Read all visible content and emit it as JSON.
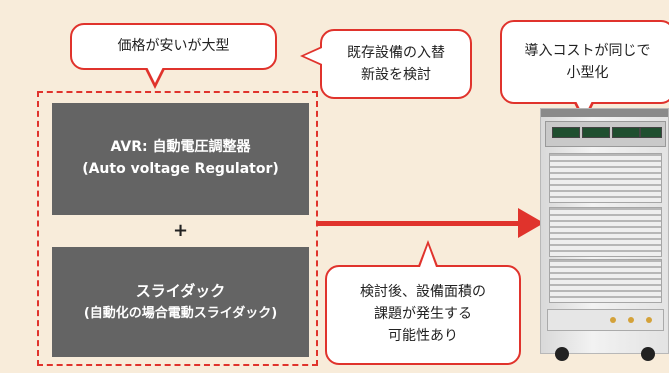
{
  "callouts": {
    "cheap_large": "価格が安いが大型",
    "replace_line1": "既存設備の入替",
    "replace_line2": "新設を検討",
    "intro_line1": "導入コストが同じで",
    "intro_line2": "小型化",
    "issue_line1": "検討後、設備面積の",
    "issue_line2": "課題が発生する",
    "issue_line3": "可能性あり"
  },
  "boxes": {
    "avr_line1": "AVR: 自動電圧調整器",
    "avr_line2": "(Auto voltage Regulator)",
    "plus": "+",
    "slide_line1": "スライダック",
    "slide_line2": "(自動化の場合電動スライダック)"
  },
  "colors": {
    "background": "#f8ecda",
    "accent_red": "#e0332c",
    "box_gray": "#646464"
  }
}
